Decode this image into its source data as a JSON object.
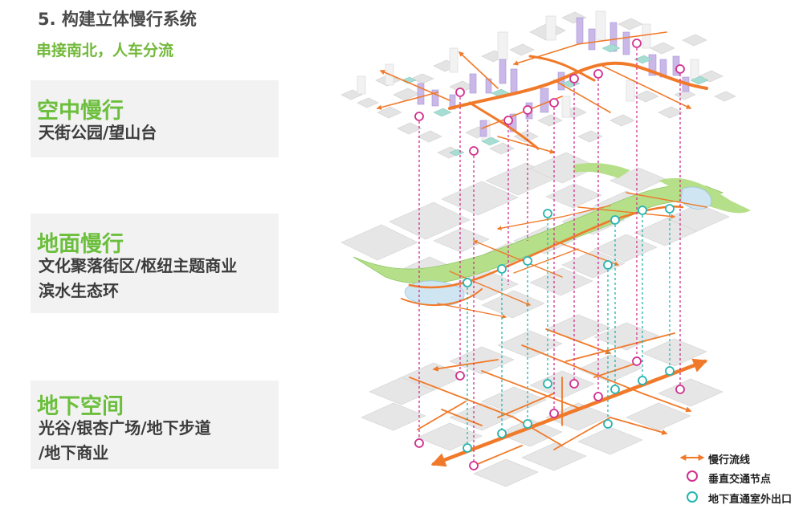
{
  "header": {
    "title": "5. 构建立体慢行系统",
    "subtitle": "串接南北，人车分流"
  },
  "panels": [
    {
      "heading": "空中慢行",
      "description": "天街公园/望山台"
    },
    {
      "heading": "地面慢行",
      "description": "文化聚落街区/枢纽主题商业\n滨水生态环"
    },
    {
      "heading": "地下空间",
      "description": "光谷/银杏广场/地下步道\n/地下商业"
    }
  ],
  "legend": {
    "flow_label": "慢行流线",
    "vertical_node_label": "垂直交通节点",
    "underground_exit_label": "地下直通室外出口"
  },
  "colors": {
    "flow": "#f07a2a",
    "vertical_node": "#d2318f",
    "underground_exit": "#26b5b0",
    "green": "#a8d878",
    "water": "#cfe6f2",
    "heading": "#6bbf3c",
    "subtitle": "#72b83a"
  }
}
